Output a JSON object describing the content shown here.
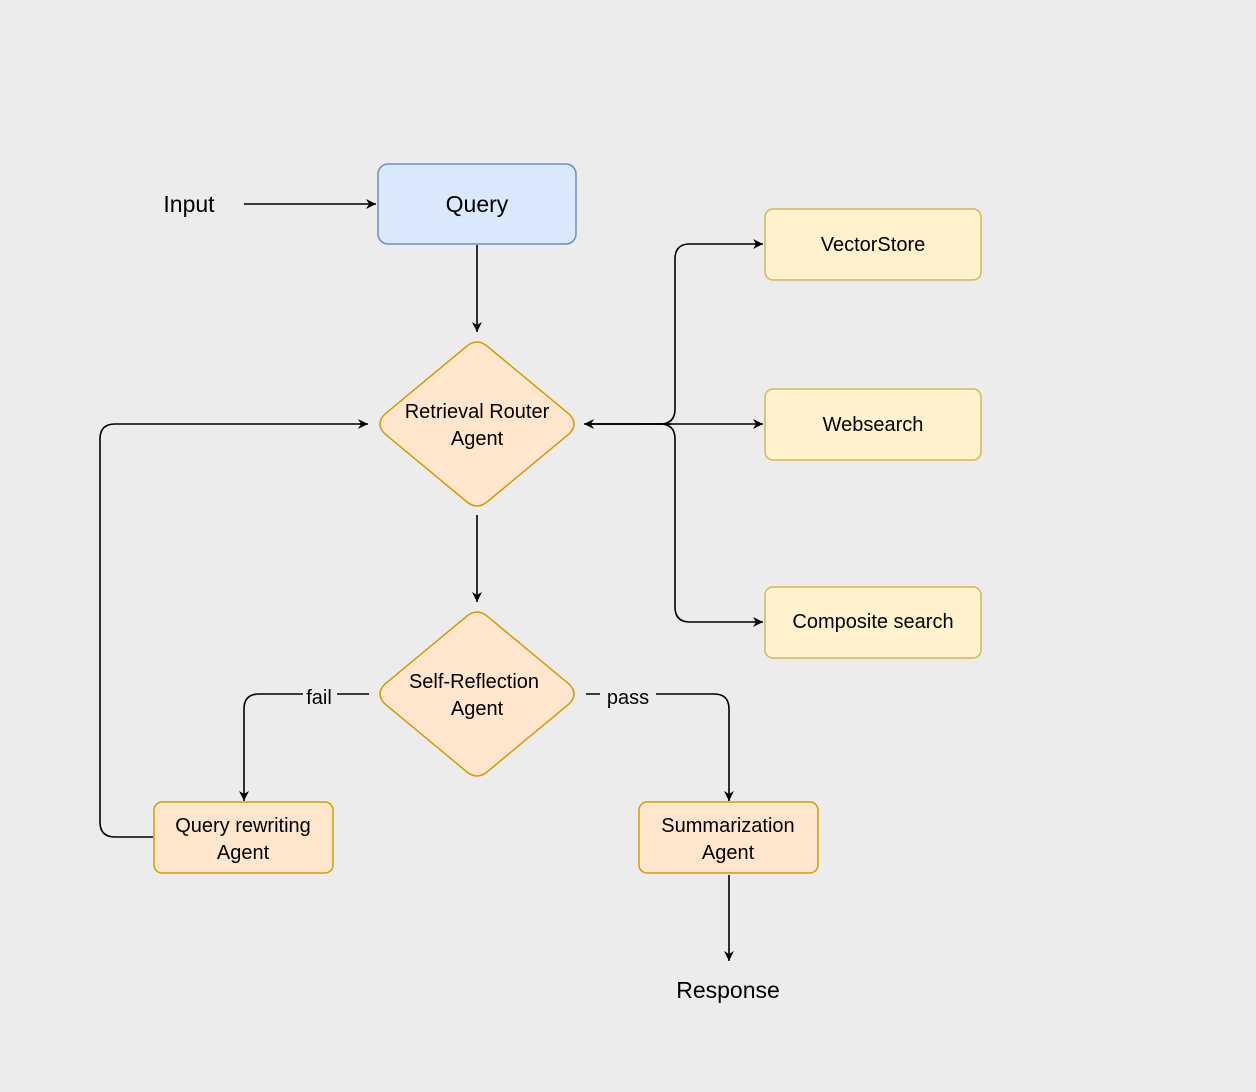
{
  "nodes": {
    "input_label": "Input",
    "query": "Query",
    "retrieval_router": [
      "Retrieval Router",
      "Agent"
    ],
    "vectorstore": "VectorStore",
    "websearch": "Websearch",
    "composite_search": "Composite search",
    "self_reflection": [
      "Self-Reflection",
      "Agent"
    ],
    "query_rewriting": [
      "Query rewriting",
      "Agent"
    ],
    "summarization": [
      "Summarization",
      "Agent"
    ],
    "response_label": "Response"
  },
  "edges": {
    "fail_label": "fail",
    "pass_label": "pass"
  },
  "colors": {
    "query_fill": "#dae8fc",
    "query_stroke": "#6c8ebf",
    "agent_fill": "#ffe6cc",
    "agent_stroke": "#d79b00",
    "source_fill": "#fff2cc",
    "source_stroke": "#d6b656",
    "edge": "#000000",
    "background": "#ececec"
  }
}
